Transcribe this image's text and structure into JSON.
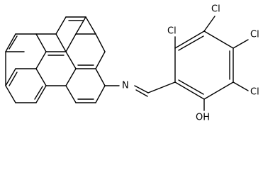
{
  "molecule": {
    "atoms": {
      "cl_top_left": "Cl",
      "cl_top_right": "Cl",
      "cl_right_upper": "Cl",
      "cl_right_lower": "Cl",
      "nitrogen": "N",
      "hydroxyl": "OH"
    },
    "colors": {
      "bond": "#000000",
      "label": "#000000",
      "background": "#ffffff"
    }
  }
}
